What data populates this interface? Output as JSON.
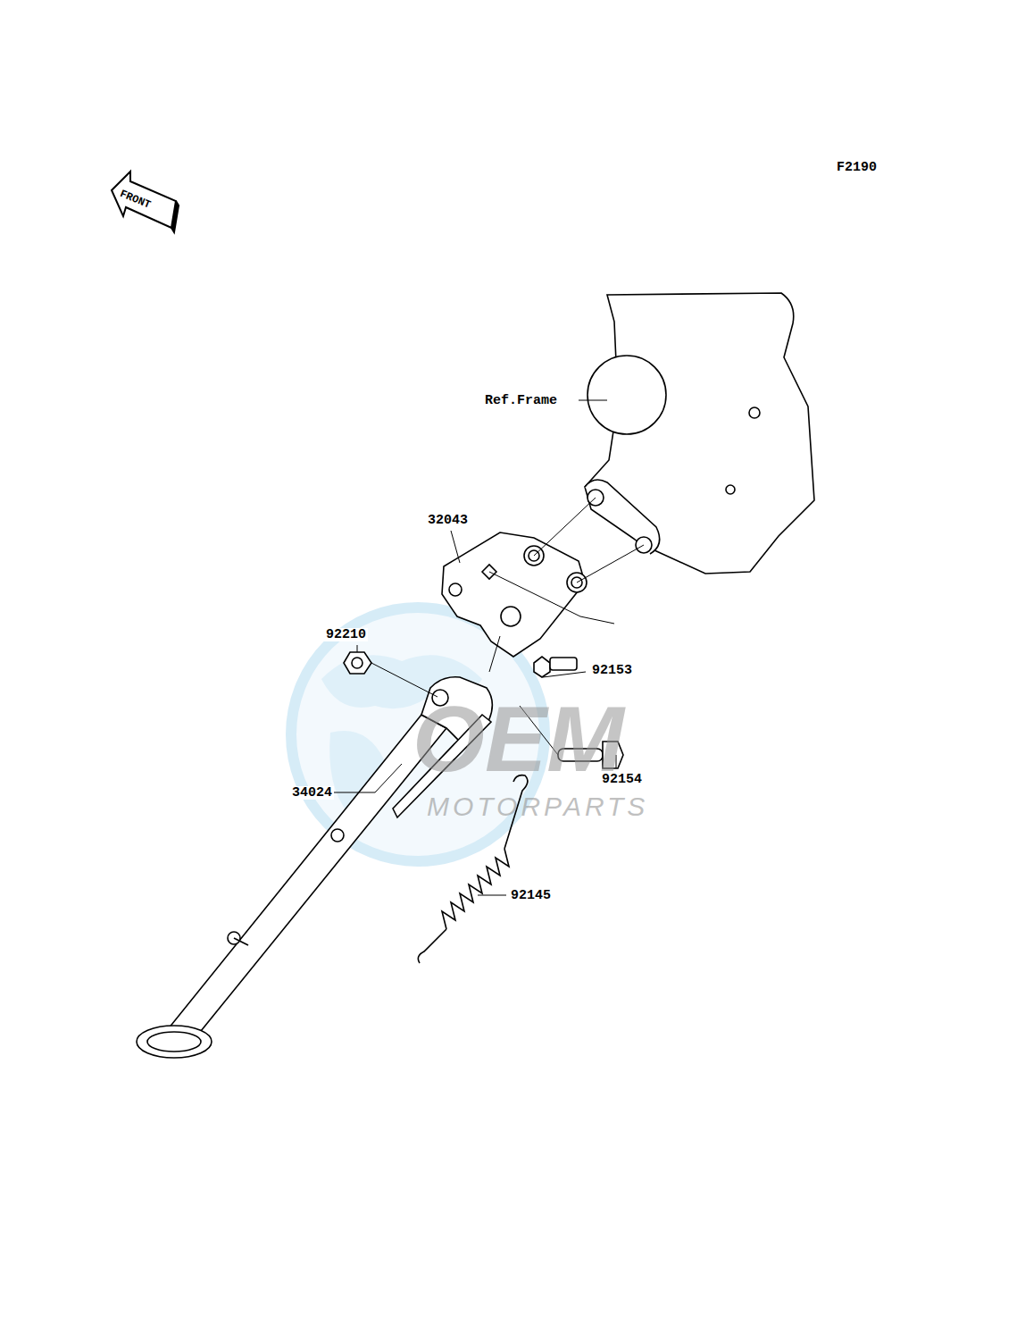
{
  "diagram": {
    "labels": [
      "F2190",
      "FRONT",
      "Ref.Frame",
      "32043",
      "92210",
      "92153",
      "92154",
      "34024",
      "92145",
      "OEM",
      "MOTORPARTS"
    ]
  }
}
